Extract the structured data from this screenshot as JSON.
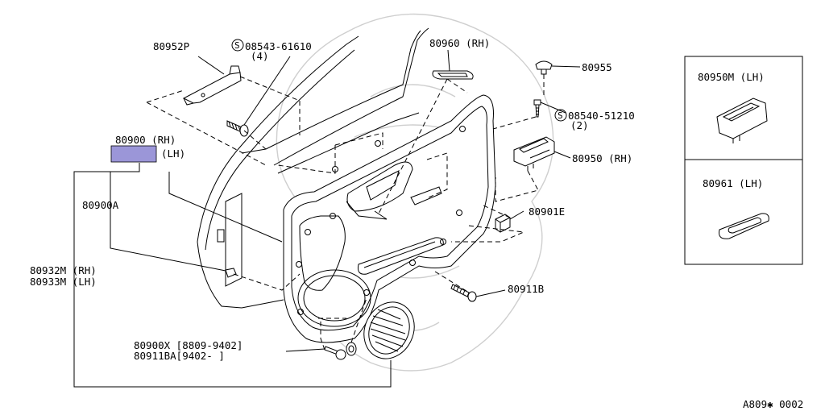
{
  "labels": {
    "p80952p": "80952P",
    "p08543": "08543-61610",
    "p08543_qty": "(4)",
    "p80960": "80960 (RH)",
    "p80955": "80955",
    "p08540": "08540-51210",
    "p08540_qty": "(2)",
    "p80950": "80950 (RH)",
    "p80900": "80900 (RH)",
    "p80900_lh": "(LH)",
    "p80900a": "80900A",
    "p80901e": "80901E",
    "p80932m": "80932M (RH)",
    "p80933m": "80933M (LH)",
    "p80911b": "80911B",
    "p80900x": "80900X [8809-9402]",
    "p80911ba": "80911BA[9402-    ]",
    "p80950m": "80950M (LH)",
    "p80961": "80961 (LH)",
    "screw_symbol": "S",
    "footer": "A809✱ 0002"
  },
  "colors": {
    "highlight": "#9b96d8",
    "line": "#000000",
    "watermark": "#cfcfcf"
  }
}
